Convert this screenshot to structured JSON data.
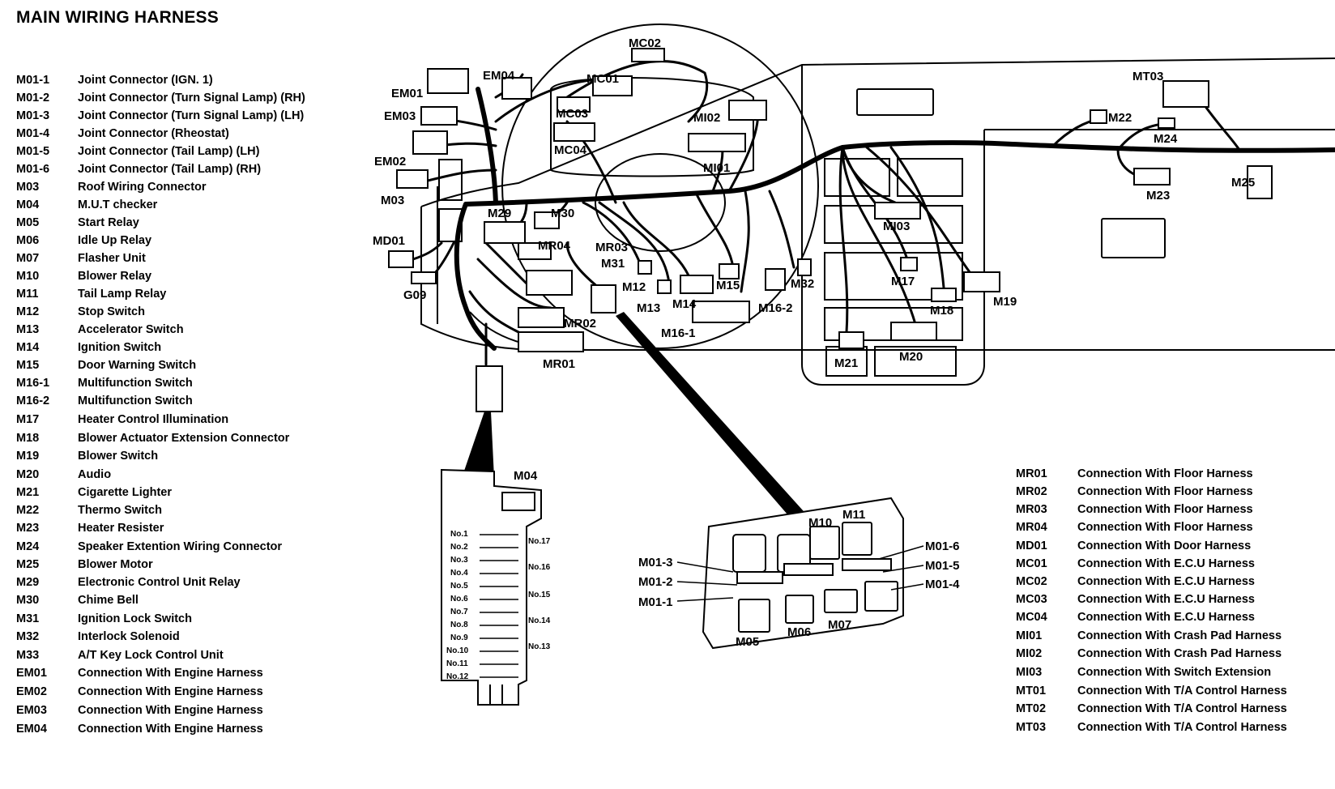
{
  "title": "MAIN WIRING HARNESS",
  "legend_left": [
    {
      "code": "M01-1",
      "desc": "Joint Connector (IGN. 1)"
    },
    {
      "code": "M01-2",
      "desc": "Joint Connector (Turn Signal Lamp) (RH)"
    },
    {
      "code": "M01-3",
      "desc": "Joint Connector (Turn Signal Lamp) (LH)"
    },
    {
      "code": "M01-4",
      "desc": "Joint Connector (Rheostat)"
    },
    {
      "code": "M01-5",
      "desc": "Joint Connector (Tail Lamp) (LH)"
    },
    {
      "code": "M01-6",
      "desc": "Joint Connector (Tail Lamp) (RH)"
    },
    {
      "code": "M03",
      "desc": "Roof Wiring Connector"
    },
    {
      "code": "M04",
      "desc": "M.U.T checker"
    },
    {
      "code": "M05",
      "desc": "Start Relay"
    },
    {
      "code": "M06",
      "desc": "Idle Up Relay"
    },
    {
      "code": "M07",
      "desc": "Flasher Unit"
    },
    {
      "code": "M10",
      "desc": "Blower Relay"
    },
    {
      "code": "M11",
      "desc": "Tail Lamp Relay"
    },
    {
      "code": "M12",
      "desc": "Stop Switch"
    },
    {
      "code": "M13",
      "desc": "Accelerator Switch"
    },
    {
      "code": "M14",
      "desc": "Ignition Switch"
    },
    {
      "code": "M15",
      "desc": "Door Warning Switch"
    },
    {
      "code": "M16-1",
      "desc": "Multifunction Switch"
    },
    {
      "code": "M16-2",
      "desc": "Multifunction Switch"
    },
    {
      "code": "M17",
      "desc": "Heater Control Illumination"
    },
    {
      "code": "M18",
      "desc": "Blower Actuator Extension Connector"
    },
    {
      "code": "M19",
      "desc": "Blower Switch"
    },
    {
      "code": "M20",
      "desc": "Audio"
    },
    {
      "code": "M21",
      "desc": "Cigarette Lighter"
    },
    {
      "code": "M22",
      "desc": "Thermo Switch"
    },
    {
      "code": "M23",
      "desc": "Heater Resister"
    },
    {
      "code": "M24",
      "desc": "Speaker Extention Wiring Connector"
    },
    {
      "code": "M25",
      "desc": "Blower Motor"
    },
    {
      "code": "M29",
      "desc": "Electronic Control Unit Relay"
    },
    {
      "code": "M30",
      "desc": "Chime Bell"
    },
    {
      "code": "M31",
      "desc": "Ignition Lock Switch"
    },
    {
      "code": "M32",
      "desc": "Interlock Solenoid"
    },
    {
      "code": "M33",
      "desc": "A/T Key Lock Control Unit"
    },
    {
      "code": "EM01",
      "desc": "Connection With Engine Harness"
    },
    {
      "code": "EM02",
      "desc": "Connection With Engine Harness"
    },
    {
      "code": "EM03",
      "desc": "Connection With Engine Harness"
    },
    {
      "code": "EM04",
      "desc": "Connection With Engine Harness"
    }
  ],
  "legend_right": [
    {
      "code": "MR01",
      "desc": "Connection With Floor Harness"
    },
    {
      "code": "MR02",
      "desc": "Connection With Floor Harness"
    },
    {
      "code": "MR03",
      "desc": "Connection With Floor Harness"
    },
    {
      "code": "MR04",
      "desc": "Connection With Floor Harness"
    },
    {
      "code": "MD01",
      "desc": "Connection With Door Harness"
    },
    {
      "code": "MC01",
      "desc": "Connection With E.C.U Harness"
    },
    {
      "code": "MC02",
      "desc": "Connection With E.C.U Harness"
    },
    {
      "code": "MC03",
      "desc": "Connection With E.C.U Harness"
    },
    {
      "code": "MC04",
      "desc": "Connection With E.C.U Harness"
    },
    {
      "code": "MI01",
      "desc": "Connection With Crash Pad Harness"
    },
    {
      "code": "MI02",
      "desc": "Connection With Crash Pad Harness"
    },
    {
      "code": "MI03",
      "desc": "Connection With Switch Extension"
    },
    {
      "code": "MT01",
      "desc": "Connection With T/A Control Harness"
    },
    {
      "code": "MT02",
      "desc": "Connection With T/A Control Harness"
    },
    {
      "code": "MT03",
      "desc": "Connection With T/A Control Harness"
    }
  ],
  "diagram_labels": {
    "mc02": "MC02",
    "em04": "EM04",
    "mc01": "MC01",
    "em01": "EM01",
    "em03": "EM03",
    "mc03": "MC03",
    "mi02": "MI02",
    "mc04": "MC04",
    "em02": "EM02",
    "mi01": "MI01",
    "m03": "M03",
    "mt03": "MT03",
    "m22": "M22",
    "m24": "M24",
    "m23": "M23",
    "m25": "M25",
    "m29": "M29",
    "m30": "M30",
    "md01": "MD01",
    "mr04": "MR04",
    "mr03": "MR03",
    "m31": "M31",
    "mi03": "MI03",
    "g09": "G09",
    "m12": "M12",
    "m15": "M15",
    "m32": "M32",
    "m17": "M17",
    "m19": "M19",
    "m13": "M13",
    "m14": "M14",
    "m16_2": "M16-2",
    "m18": "M18",
    "mr02": "MR02",
    "m16_1": "M16-1",
    "m21": "M21",
    "m20": "M20",
    "mr01": "MR01",
    "m04": "M04",
    "m10": "M10",
    "m11": "M11",
    "m01_3": "M01-3",
    "m01_6": "M01-6",
    "m01_2": "M01-2",
    "m01_5": "M01-5",
    "m01_1": "M01-1",
    "m01_4": "M01-4",
    "m05": "M05",
    "m06": "M06",
    "m07": "M07"
  },
  "fuse_labels": {
    "left": [
      "No.1",
      "No.2",
      "No.3",
      "No.4",
      "No.5",
      "No.6",
      "No.7",
      "No.8",
      "No.9",
      "No.10",
      "No.11",
      "No.12"
    ],
    "right": [
      "No.17",
      "No.16",
      "No.15",
      "No.14",
      "No.13"
    ]
  }
}
